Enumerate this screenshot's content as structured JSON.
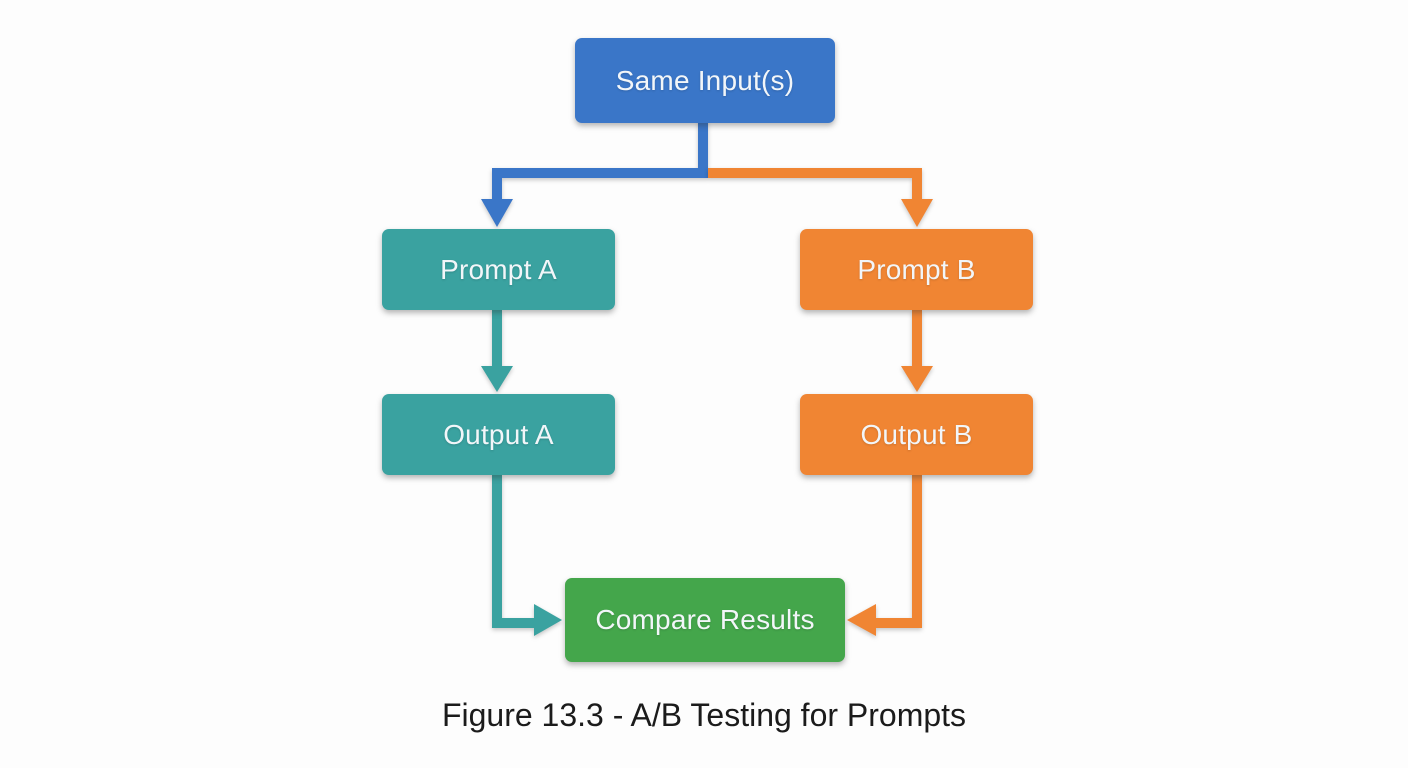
{
  "figure": {
    "caption": "Figure 13.3 - A/B Testing for Prompts"
  },
  "colors": {
    "blue": "#3a76c8",
    "teal": "#3aa2a0",
    "orange": "#f08533",
    "green": "#44a64b",
    "node_text": "#f2f6f9",
    "caption_text": "#1b1b1b",
    "bg": "#fdfdfd"
  },
  "nodes": {
    "same_input": {
      "label": "Same Input(s)"
    },
    "prompt_a": {
      "label": "Prompt A"
    },
    "prompt_b": {
      "label": "Prompt B"
    },
    "output_a": {
      "label": "Output A"
    },
    "output_b": {
      "label": "Output B"
    },
    "compare": {
      "label": "Compare Results"
    }
  },
  "edges": [
    {
      "from": "Same Input(s)",
      "to": "Prompt A",
      "color_key": "blue"
    },
    {
      "from": "Same Input(s)",
      "to": "Prompt B",
      "color_key": "orange"
    },
    {
      "from": "Prompt A",
      "to": "Output A",
      "color_key": "teal"
    },
    {
      "from": "Prompt B",
      "to": "Output B",
      "color_key": "orange"
    },
    {
      "from": "Output A",
      "to": "Compare Results",
      "color_key": "teal"
    },
    {
      "from": "Output B",
      "to": "Compare Results",
      "color_key": "orange"
    }
  ]
}
